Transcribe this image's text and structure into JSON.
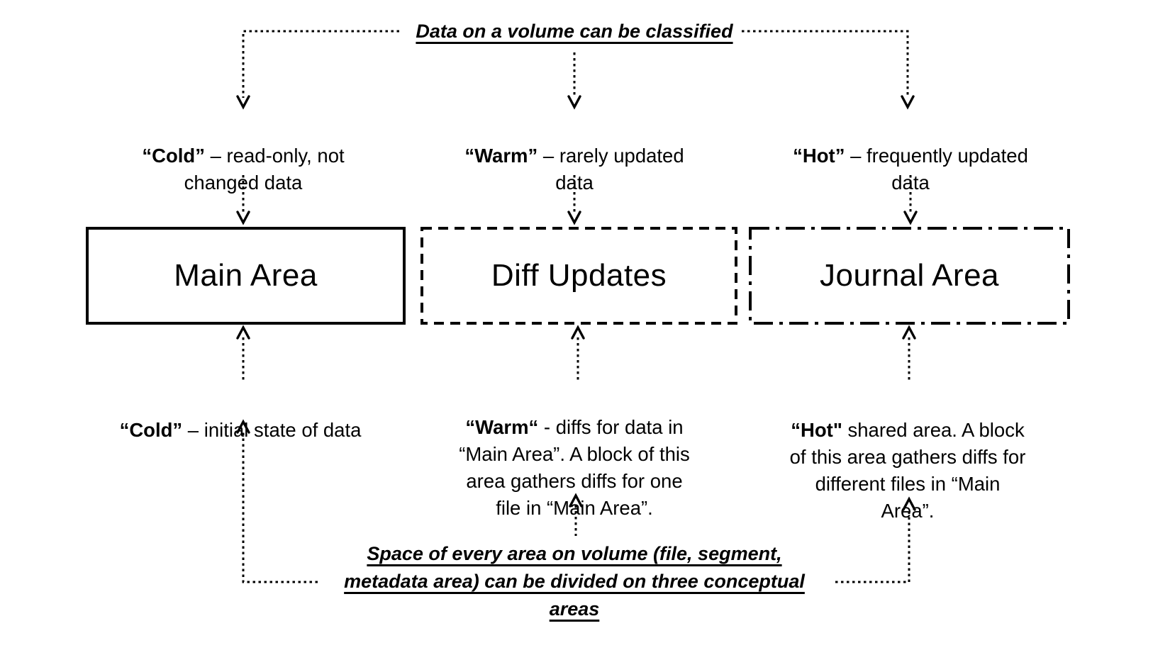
{
  "diagram": {
    "top_caption": "Data on a volume can be classified",
    "bottom_caption": "Space of every area on volume (file, segment,\nmetadata area) can be divided on three conceptual\nareas",
    "classifications": {
      "cold": {
        "term": "“Cold”",
        "desc": " – read-only, not\nchanged data"
      },
      "warm": {
        "term": "“Warm”",
        "desc": " – rarely updated\ndata"
      },
      "hot": {
        "term": "“Hot”",
        "desc": " – frequently updated\ndata"
      }
    },
    "areas": {
      "main": {
        "label": "Main Area",
        "border_style": "solid"
      },
      "diff": {
        "label": "Diff Updates",
        "border_style": "dashed"
      },
      "journal": {
        "label": "Journal Area",
        "border_style": "dash-dot"
      }
    },
    "area_descriptions": {
      "cold": {
        "term": "“Cold”",
        "desc": " – initial state of data"
      },
      "warm": {
        "term": "“Warm“",
        "desc": " - diffs for data in\n“Main Area”. A block of this\narea gathers diffs for one\nfile in “Main Area”."
      },
      "hot": {
        "term": "“Hot\"",
        "desc": " shared area. A block\nof this area gathers diffs for\ndifferent files in “Main\nArea”."
      }
    },
    "colors": {
      "ink": "#000000",
      "background": "#ffffff"
    }
  }
}
